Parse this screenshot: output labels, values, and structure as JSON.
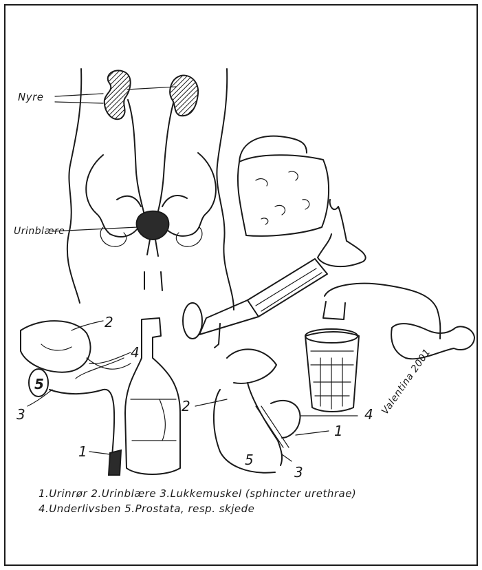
{
  "labels": {
    "nyre": "Nyre",
    "urinblaere": "Urinblære",
    "num1a": "1",
    "num2a": "2",
    "num3a": "3",
    "num4a": "4",
    "num5a": "5",
    "num1b": "1",
    "num2b": "2",
    "num3b": "3",
    "num4b": "4",
    "num5b": "5"
  },
  "signature": "Valentina 2001",
  "caption": {
    "line1": "1.Urinrør 2.Urinblære 3.Lukkemuskel (sphincter urethrae)",
    "line2": "4.Underlivsben 5.Prostata, resp. skjede"
  },
  "colors": {
    "ink": "#1a1a1a",
    "paper": "#ffffff"
  }
}
